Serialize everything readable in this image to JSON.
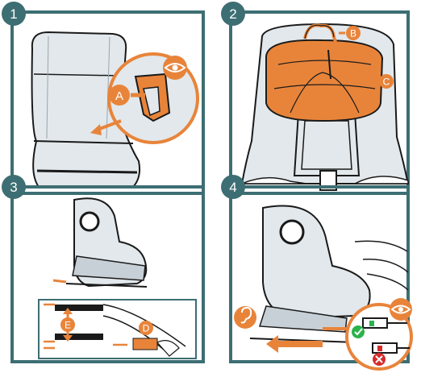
{
  "steps": [
    {
      "number": "1",
      "callouts": [
        "A"
      ]
    },
    {
      "number": "2",
      "callouts": [
        "B",
        "C"
      ]
    },
    {
      "number": "3",
      "callouts": [
        "E",
        "D"
      ]
    },
    {
      "number": "4",
      "callouts": []
    }
  ],
  "colors": {
    "frame": "#3d6e73",
    "accent": "#e8843a",
    "seat": "#e2e8ec",
    "outline": "#1a1a1a",
    "ok": "#2bb24c",
    "error": "#d62b2b"
  },
  "icons": {
    "step1": [
      "eye-icon",
      "arrow-icon"
    ],
    "step2": [
      "arrow-icon"
    ],
    "step3": [
      "arrow-icon"
    ],
    "step4": [
      "ear-icon",
      "eye-icon",
      "check-icon",
      "cross-icon"
    ]
  }
}
